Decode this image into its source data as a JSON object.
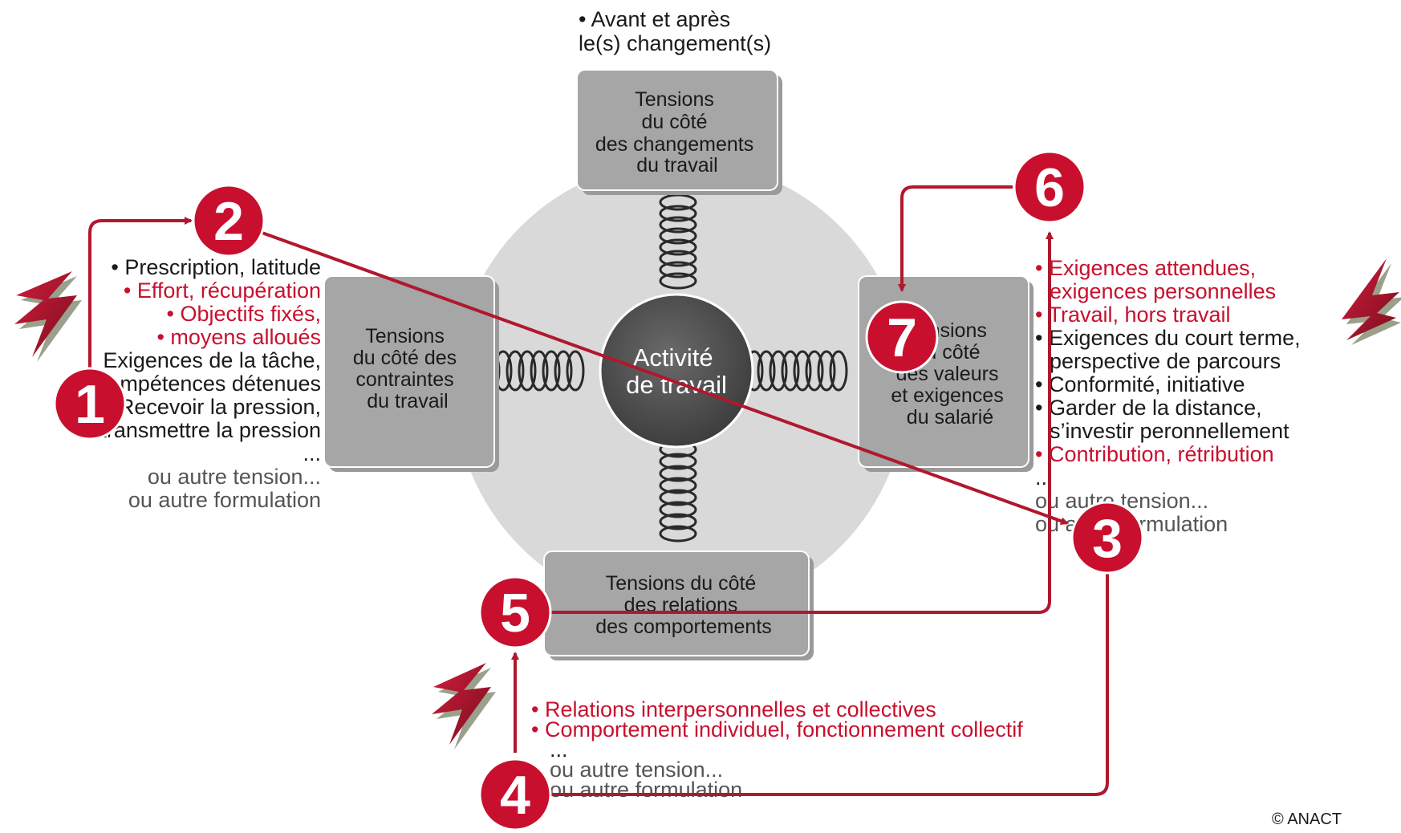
{
  "top_note": [
    "• Avant et après",
    "le(s) changement(s)"
  ],
  "center": [
    "Activité",
    "de travail"
  ],
  "boxes": {
    "top": [
      "Tensions",
      "du côté",
      "des changements",
      "du travail"
    ],
    "left": [
      "Tensions",
      "du côté des",
      "contraintes",
      "du travail"
    ],
    "right": [
      "Tensions",
      "du côté",
      "des valeurs",
      "et exigences",
      "du salarié"
    ],
    "bottom": [
      "Tensions du côté",
      "des relations",
      "des comportements"
    ]
  },
  "left_list": [
    {
      "text": "• Prescription, latitude",
      "color": "#1a1a1a"
    },
    {
      "text": "• Effort, récupération",
      "color": "#c8102e"
    },
    {
      "text": "• Objectifs fixés,",
      "color": "#c8102e"
    },
    {
      "text": "• moyens alloués",
      "color": "#c8102e"
    },
    {
      "text": "Exigences de la tâche,",
      "color": "#1a1a1a"
    },
    {
      "text": "compétences détenues",
      "color": "#1a1a1a"
    },
    {
      "text": "Recevoir la pression,",
      "color": "#1a1a1a"
    },
    {
      "text": "transmettre la pression",
      "color": "#1a1a1a"
    },
    {
      "text": "...",
      "color": "#1a1a1a"
    },
    {
      "text": "ou autre tension...",
      "color": "#555555"
    },
    {
      "text": "ou autre formulation",
      "color": "#555555"
    }
  ],
  "right_list": [
    {
      "text": "• Exigences attendues,",
      "color": "#c8102e"
    },
    {
      "text": "exigences personnelles",
      "color": "#c8102e"
    },
    {
      "text": "• Travail, hors travail",
      "color": "#c8102e"
    },
    {
      "text": "• Exigences du court terme,",
      "color": "#1a1a1a"
    },
    {
      "text": "perspective de parcours",
      "color": "#1a1a1a"
    },
    {
      "text": "• Conformité, initiative",
      "color": "#1a1a1a"
    },
    {
      "text": "• Garder de la distance,",
      "color": "#1a1a1a"
    },
    {
      "text": "s’investir peronnellement",
      "color": "#1a1a1a"
    },
    {
      "text": "• Contribution, rétribution",
      "color": "#c8102e"
    },
    {
      "text": "...",
      "color": "#1a1a1a"
    },
    {
      "text": "ou autre tension...",
      "color": "#555555"
    },
    {
      "text": "ou autre formulation",
      "color": "#555555"
    }
  ],
  "bottom_list": [
    {
      "text": "• Relations interpersonnelles et collectives",
      "color": "#c8102e"
    },
    {
      "text": "• Comportement individuel, fonctionnement collectif",
      "color": "#c8102e"
    },
    {
      "text": "...",
      "color": "#1a1a1a"
    },
    {
      "text": "ou autre tension...",
      "color": "#555555"
    },
    {
      "text": "ou autre formulation",
      "color": "#555555"
    }
  ],
  "steps": [
    "1",
    "2",
    "3",
    "4",
    "5",
    "6",
    "7"
  ],
  "copyright": "© ANACT",
  "colors": {
    "accent": "#c8102e",
    "box": "#a6a6a6",
    "disc": "#d9d9d9",
    "center": "#555555",
    "text": "#1a1a1a",
    "muted": "#555555"
  },
  "icons": [
    "lightning-icon",
    "spring-icon",
    "arrow-icon"
  ]
}
